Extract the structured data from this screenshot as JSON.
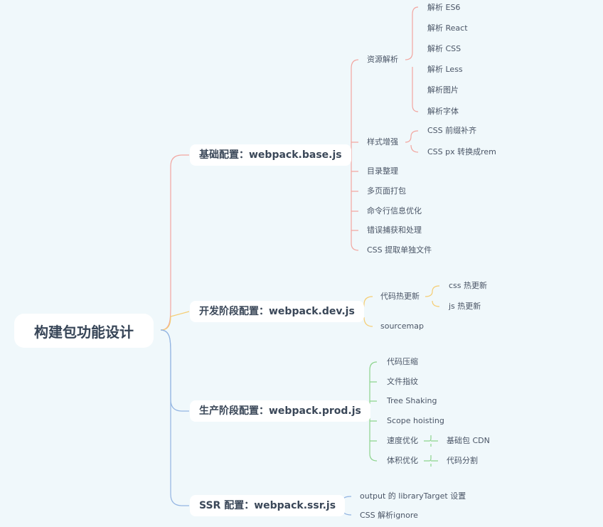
{
  "root": {
    "label": "构建包功能设计"
  },
  "branches": {
    "base": {
      "label": "基础配置：webpack.base.js",
      "color": "#f2a6a0",
      "resource": {
        "label": "资源解析",
        "items": [
          "解析 ES6",
          "解析 React",
          "解析 CSS",
          "解析 Less",
          "解析图片",
          "解析字体"
        ]
      },
      "style": {
        "label": "样式增强",
        "items": [
          "CSS 前缀补齐",
          "CSS px 转换成rem"
        ]
      },
      "others": [
        "目录整理",
        "多页面打包",
        "命令行信息优化",
        "错误捕获和处理",
        "CSS 提取单独文件"
      ]
    },
    "dev": {
      "label": "开发阶段配置：webpack.dev.js",
      "color": "#f5cd73",
      "hmr": {
        "label": "代码热更新",
        "items": [
          "css 热更新",
          "js 热更新"
        ]
      },
      "sourcemap": "sourcemap"
    },
    "prod": {
      "label": "生产阶段配置：webpack.prod.js",
      "color": "#8dd48d",
      "items": [
        "代码压缩",
        "文件指纹",
        "Tree Shaking",
        "Scope hoisting"
      ],
      "speed": {
        "label": "速度优化",
        "child": "基础包 CDN"
      },
      "size": {
        "label": "体积优化",
        "child": "代码分割"
      }
    },
    "ssr": {
      "label": "SSR 配置：webpack.ssr.js",
      "color": "#92b4e2",
      "items": [
        "output 的 libraryTarget 设置",
        "CSS 解析ignore"
      ]
    }
  }
}
